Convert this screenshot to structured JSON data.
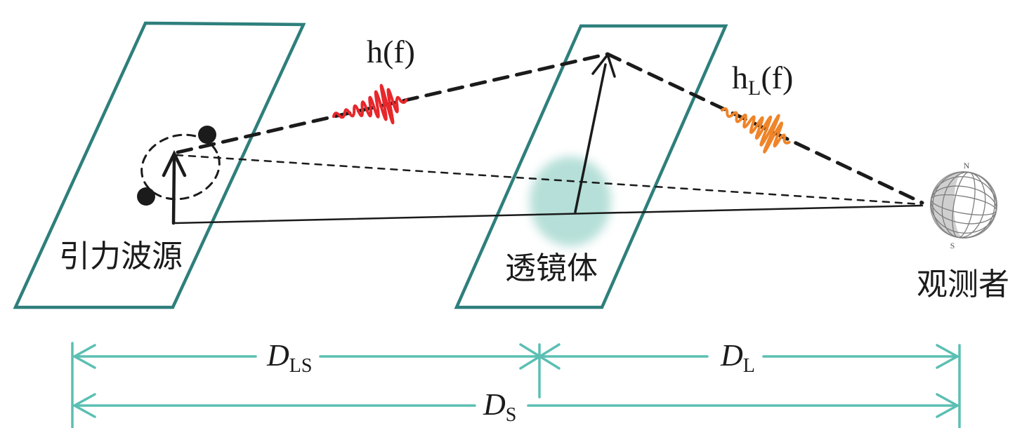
{
  "figure": {
    "title_implicit": "Gravitational-wave lensing geometry diagram",
    "labels": {
      "source_plane": "引力波源",
      "lens_plane": "透镜体",
      "observer": "观测者",
      "wave_unlensed": "h(f)",
      "wave_lensed_base": "h",
      "wave_lensed_sub": "L",
      "wave_lensed_rest": "(f)"
    },
    "globe": {
      "north": "N",
      "south": "S"
    },
    "distances": {
      "d_ls": {
        "base": "D",
        "sub": "LS"
      },
      "d_l": {
        "base": "D",
        "sub": "L"
      },
      "d_s": {
        "base": "D",
        "sub": "S"
      }
    },
    "colors": {
      "plane_outline": "#2e7f7c",
      "dimension_teal": "#5bbfb3",
      "lens_blob": "#aedcd4",
      "chirp_unlensed": "#e8272b",
      "chirp_lensed": "#f08428",
      "ink": "#1b1b1b",
      "globe_shade": "#c3c3c3",
      "globe_line": "#7d7d7d"
    }
  }
}
